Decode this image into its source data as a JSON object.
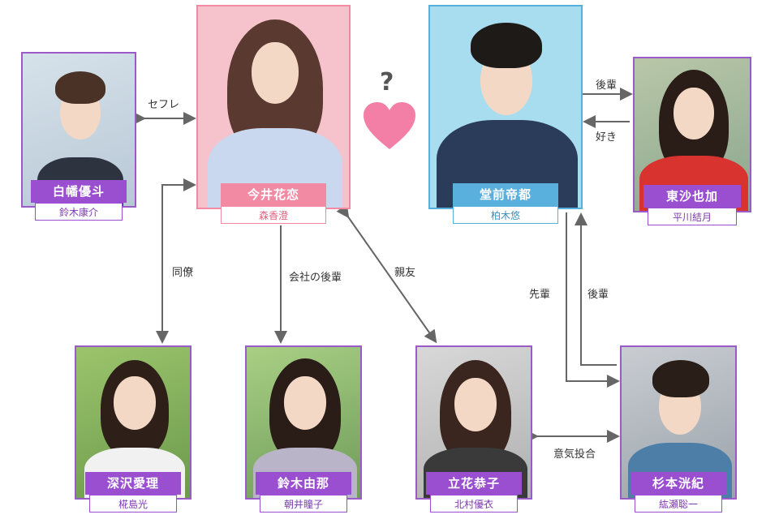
{
  "colors": {
    "purple": "#9a4fd0",
    "pink": "#f28aa4",
    "blue": "#5ab0dd",
    "heart": "#f47fa6",
    "arrow": "#666666"
  },
  "center_mark": {
    "question": "?",
    "icon": "heart-icon"
  },
  "characters": {
    "hanako": {
      "name": "今井花恋",
      "actor": "森香澄"
    },
    "taito": {
      "name": "堂前帝都",
      "actor": "柏木悠"
    },
    "shirahata": {
      "name": "白幡優斗",
      "actor": "鈴木康介"
    },
    "azuma": {
      "name": "東沙也加",
      "actor": "平川結月"
    },
    "fukasawa": {
      "name": "深沢愛理",
      "actor": "椛島光"
    },
    "suzuki": {
      "name": "鈴木由那",
      "actor": "朝井瞳子"
    },
    "tachibana": {
      "name": "立花恭子",
      "actor": "北村優衣"
    },
    "sugimoto": {
      "name": "杉本洸紀",
      "actor": "紘瀬聡一"
    }
  },
  "relations": {
    "sefure": "セフレ",
    "kouhai_top": "後輩",
    "suki": "好き",
    "douryou": "同僚",
    "kaisha_kouhai": "会社の後輩",
    "shinyuu": "親友",
    "senpai": "先輩",
    "kouhai_right": "後輩",
    "ikitougou": "意気投合"
  }
}
